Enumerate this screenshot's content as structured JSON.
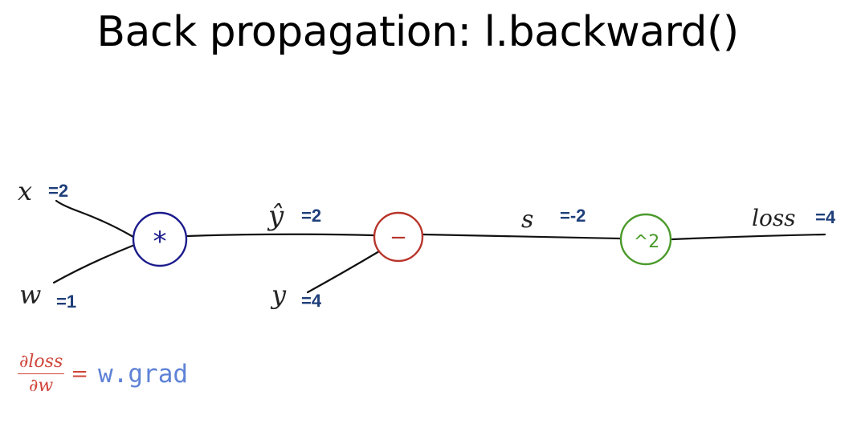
{
  "title": "Back propagation: l.backward()",
  "colors": {
    "value_label": "#1f3f7a",
    "mul_node": "#1b1b8c",
    "sub_node": "#b8352b",
    "pow_node": "#4a9a2a",
    "formula": "#d0453a",
    "code": "#5e82d6",
    "edge": "#111111"
  },
  "nodes": {
    "mul": {
      "symbol": "*"
    },
    "sub": {
      "symbol": "−"
    },
    "pow": {
      "symbol": "^2"
    }
  },
  "variables": {
    "x": {
      "name": "x",
      "value": "=2"
    },
    "w": {
      "name": "w",
      "value": "=1"
    },
    "y_hat": {
      "name": "ŷ",
      "value": "=2"
    },
    "y": {
      "name": "y",
      "value": "=4"
    },
    "s": {
      "name": "s",
      "value": "=-2"
    },
    "loss": {
      "name": "loss",
      "value": "=4"
    }
  },
  "formula": {
    "numerator": "∂loss",
    "denominator": "∂w",
    "equals": "=",
    "code": "w.grad"
  }
}
